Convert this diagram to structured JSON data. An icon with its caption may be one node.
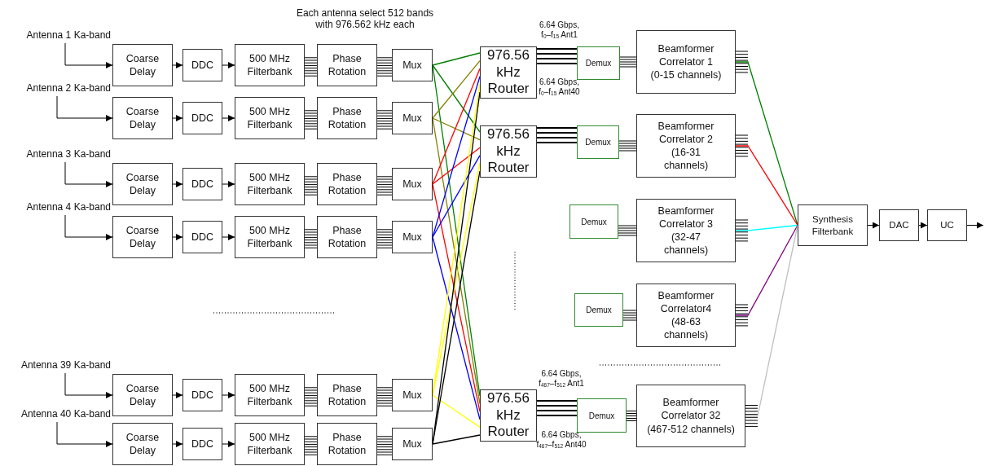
{
  "diagram": {
    "nodes": [
      {
        "text": [
          "Antenna 1 Ka-band"
        ]
      },
      {
        "text": [
          "Coarse Delay"
        ]
      },
      {
        "text": [
          "DDC"
        ]
      },
      {
        "text": [
          "500 MHz Filterbank"
        ]
      },
      {
        "text": [
          "Phase Rotation"
        ]
      },
      {
        "text": [
          "Mux"
        ]
      },
      {
        "text": [
          "Antenna 2 Ka-band"
        ]
      },
      {
        "text": [
          "Coarse Delay"
        ]
      },
      {
        "text": [
          "DDC"
        ]
      },
      {
        "text": [
          "500 MHz Filterbank"
        ]
      },
      {
        "text": [
          "Phase Rotation"
        ]
      },
      {
        "text": [
          "Mux"
        ]
      },
      {
        "text": [
          "Antenna 3 Ka-band"
        ]
      },
      {
        "text": [
          "Coarse Delay"
        ]
      },
      {
        "text": [
          "DDC"
        ]
      },
      {
        "text": [
          "500 MHz Filterbank"
        ]
      },
      {
        "text": [
          "Phase Rotation"
        ]
      },
      {
        "text": [
          "Mux"
        ]
      },
      {
        "text": [
          "Antenna 4 Ka-band"
        ]
      },
      {
        "text": [
          "Coarse Delay"
        ]
      },
      {
        "text": [
          "DDC"
        ]
      },
      {
        "text": [
          "500 MHz Filterbank"
        ]
      },
      {
        "text": [
          "Phase Rotation"
        ]
      },
      {
        "text": [
          "Mux"
        ]
      },
      {
        "text": [
          "Antenna 39 Ka-band"
        ]
      },
      {
        "text": [
          "Coarse Delay"
        ]
      },
      {
        "text": [
          "DDC"
        ]
      },
      {
        "text": [
          "500 MHz Filterbank"
        ]
      },
      {
        "text": [
          "Phase Rotation"
        ]
      },
      {
        "text": [
          "Mux"
        ]
      },
      {
        "text": [
          "Antenna 40 Ka-band"
        ]
      },
      {
        "text": [
          "Coarse Delay"
        ]
      },
      {
        "text": [
          "DDC"
        ]
      },
      {
        "text": [
          "500 MHz Filterbank"
        ]
      },
      {
        "text": [
          "Phase Rotation"
        ]
      },
      {
        "text": [
          "Mux"
        ]
      },
      {
        "text": [
          "976.56 kHz Router"
        ]
      },
      {
        "text": [
          "976.56 kHz Router"
        ]
      },
      {
        "text": [
          "976.56 kHz Router"
        ]
      },
      {
        "text": [
          "Demux"
        ]
      },
      {
        "text": [
          "Demux"
        ]
      },
      {
        "text": [
          "Demux"
        ]
      },
      {
        "text": [
          "Demux"
        ]
      },
      {
        "text": [
          "Demux"
        ]
      },
      {
        "text": [
          "Beamformer Correlator 1 (0-15 channels)"
        ]
      },
      {
        "text": [
          "Beamformer Correlator 2 (16-31 channels)"
        ]
      },
      {
        "text": [
          "Beamformer Correlator 3 (32-47 channels)"
        ]
      },
      {
        "text": [
          "Beamformer Correlator4 (48-63 channels)"
        ]
      },
      {
        "text": [
          "Beamformer Correlator 32 (467-512 channels)"
        ]
      },
      {
        "text": [
          "Synthesis Filterbank"
        ]
      },
      {
        "text": [
          "DAC"
        ]
      },
      {
        "text": [
          "UC"
        ]
      }
    ],
    "edges": [
      {
        "from": 0,
        "to": 1,
        "arrow": "to"
      },
      {
        "from": 1,
        "to": 2,
        "arrow": "to"
      },
      {
        "from": 2,
        "to": 3,
        "arrow": "to"
      },
      {
        "from": 3,
        "to": 4,
        "arrow": "none"
      },
      {
        "from": 4,
        "to": 5,
        "arrow": "none"
      },
      {
        "from": 6,
        "to": 7,
        "arrow": "to"
      },
      {
        "from": 7,
        "to": 8,
        "arrow": "to"
      },
      {
        "from": 8,
        "to": 9,
        "arrow": "to"
      },
      {
        "from": 9,
        "to": 10,
        "arrow": "none"
      },
      {
        "from": 10,
        "to": 11,
        "arrow": "none"
      },
      {
        "from": 12,
        "to": 13,
        "arrow": "to"
      },
      {
        "from": 13,
        "to": 14,
        "arrow": "to"
      },
      {
        "from": 14,
        "to": 15,
        "arrow": "to"
      },
      {
        "from": 15,
        "to": 16,
        "arrow": "none"
      },
      {
        "from": 16,
        "to": 17,
        "arrow": "none"
      },
      {
        "from": 18,
        "to": 19,
        "arrow": "to"
      },
      {
        "from": 19,
        "to": 20,
        "arrow": "to"
      },
      {
        "from": 20,
        "to": 21,
        "arrow": "to"
      },
      {
        "from": 21,
        "to": 22,
        "arrow": "none"
      },
      {
        "from": 22,
        "to": 23,
        "arrow": "none"
      },
      {
        "from": 24,
        "to": 25,
        "arrow": "to"
      },
      {
        "from": 25,
        "to": 26,
        "arrow": "to"
      },
      {
        "from": 26,
        "to": 27,
        "arrow": "to"
      },
      {
        "from": 27,
        "to": 28,
        "arrow": "none"
      },
      {
        "from": 28,
        "to": 29,
        "arrow": "none"
      },
      {
        "from": 30,
        "to": 31,
        "arrow": "to"
      },
      {
        "from": 31,
        "to": 32,
        "arrow": "to"
      },
      {
        "from": 32,
        "to": 33,
        "arrow": "to"
      },
      {
        "from": 33,
        "to": 34,
        "arrow": "none"
      },
      {
        "from": 34,
        "to": 35,
        "arrow": "none"
      },
      {
        "from": 5,
        "to": 36,
        "arrow": "none",
        "color": "#008000"
      },
      {
        "from": 5,
        "to": 37,
        "arrow": "none",
        "color": "#008000"
      },
      {
        "from": 5,
        "to": 38,
        "arrow": "none",
        "color": "#008000"
      },
      {
        "from": 11,
        "to": 36,
        "arrow": "none",
        "color": "#808000"
      },
      {
        "from": 11,
        "to": 37,
        "arrow": "none",
        "color": "#808000"
      },
      {
        "from": 11,
        "to": 38,
        "arrow": "none",
        "color": "#808000"
      },
      {
        "from": 17,
        "to": 36,
        "arrow": "none",
        "color": "#ff0000"
      },
      {
        "from": 17,
        "to": 37,
        "arrow": "none",
        "color": "#ff0000"
      },
      {
        "from": 17,
        "to": 38,
        "arrow": "none",
        "color": "#ff0000"
      },
      {
        "from": 23,
        "to": 36,
        "arrow": "none",
        "color": "#0000ff"
      },
      {
        "from": 23,
        "to": 37,
        "arrow": "none",
        "color": "#0000ff"
      },
      {
        "from": 23,
        "to": 38,
        "arrow": "none",
        "color": "#0000ff"
      },
      {
        "from": 29,
        "to": 36,
        "arrow": "none",
        "color": "#ffff00"
      },
      {
        "from": 29,
        "to": 37,
        "arrow": "none",
        "color": "#ffff00"
      },
      {
        "from": 29,
        "to": 38,
        "arrow": "none",
        "color": "#ffff00"
      },
      {
        "from": 35,
        "to": 36,
        "arrow": "none"
      },
      {
        "from": 35,
        "to": 37,
        "arrow": "none"
      },
      {
        "from": 35,
        "to": 38,
        "arrow": "none"
      },
      {
        "from": 36,
        "to": 39,
        "arrow": "none"
      },
      {
        "from": 37,
        "to": 40,
        "arrow": "none"
      },
      {
        "from": 38,
        "to": 43,
        "arrow": "none"
      },
      {
        "from": 39,
        "to": 44,
        "arrow": "none"
      },
      {
        "from": 40,
        "to": 45,
        "arrow": "none"
      },
      {
        "from": 41,
        "to": 46,
        "arrow": "none"
      },
      {
        "from": 42,
        "to": 47,
        "arrow": "none"
      },
      {
        "from": 43,
        "to": 48,
        "arrow": "none"
      },
      {
        "from": 44,
        "to": 49,
        "arrow": "none",
        "color": "#008000"
      },
      {
        "from": 45,
        "to": 49,
        "arrow": "none",
        "color": "#ff0000"
      },
      {
        "from": 46,
        "to": 49,
        "arrow": "none",
        "color": "#00ffff"
      },
      {
        "from": 47,
        "to": 49,
        "arrow": "none",
        "color": "#800080"
      },
      {
        "from": 48,
        "to": 49,
        "arrow": "none",
        "color": "#c0c0c0"
      },
      {
        "from": 49,
        "to": 50,
        "arrow": "to"
      },
      {
        "from": 50,
        "to": 51,
        "arrow": "to"
      },
      {
        "from": 51,
        "to": null,
        "arrow": "to"
      }
    ],
    "labels": [
      "Each antenna select 512 bands with 976.562 kHz each",
      "6.64 Gbps, f$_{0}$–f$_{15}$ Ant1",
      "6.64 Gbps, f$_{0}$–f$_{15}$ Ant40",
      "6.64 Gbps, f$_{467}$–f$_{512}$ Ant1",
      "6.64 Gbps, f$_{467}$–f$_{512}$ Ant40"
    ]
  }
}
